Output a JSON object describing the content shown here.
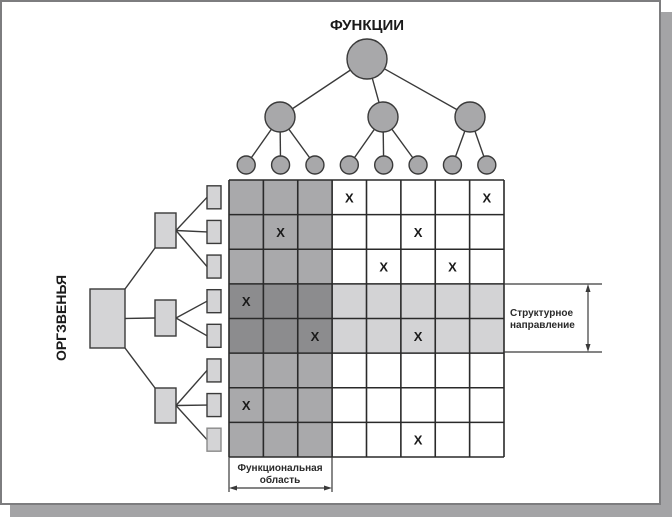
{
  "diagram": {
    "functions_title": "ФУНКЦИИ",
    "org_title": "ОРГЗВЕНЬЯ",
    "functional_area_label": [
      "Функциональная",
      "область"
    ],
    "structural_direction_label": [
      "Структурное",
      "направление"
    ],
    "mark_symbol": "X",
    "function_tree": {
      "root": "root",
      "groups": [
        {
          "id": "f1",
          "leaves": 3
        },
        {
          "id": "f2",
          "leaves": 3
        },
        {
          "id": "f3",
          "leaves": 2
        }
      ]
    },
    "org_tree": {
      "root": "root",
      "groups": [
        {
          "id": "o1",
          "leaves": 3
        },
        {
          "id": "o2",
          "leaves": 2
        },
        {
          "id": "o3",
          "leaves": 3
        }
      ]
    },
    "matrix": {
      "rows": 8,
      "cols": 8,
      "highlighted_columns": [
        0,
        1,
        2
      ],
      "highlighted_rows": [
        3,
        4
      ],
      "marks": [
        [
          0,
          3
        ],
        [
          0,
          7
        ],
        [
          1,
          1
        ],
        [
          1,
          5
        ],
        [
          2,
          4
        ],
        [
          2,
          6
        ],
        [
          3,
          0
        ],
        [
          4,
          2
        ],
        [
          4,
          5
        ],
        [
          6,
          0
        ],
        [
          7,
          5
        ]
      ]
    },
    "colors": {
      "column_area": "#a9a9ab",
      "intersection": "#8c8c8e",
      "row_area": "#d3d3d5",
      "empty_cell": "#ffffff",
      "node_fill": "#a8a8aa",
      "box_fill": "#d4d4d6",
      "line": "#3a3a3a"
    }
  }
}
